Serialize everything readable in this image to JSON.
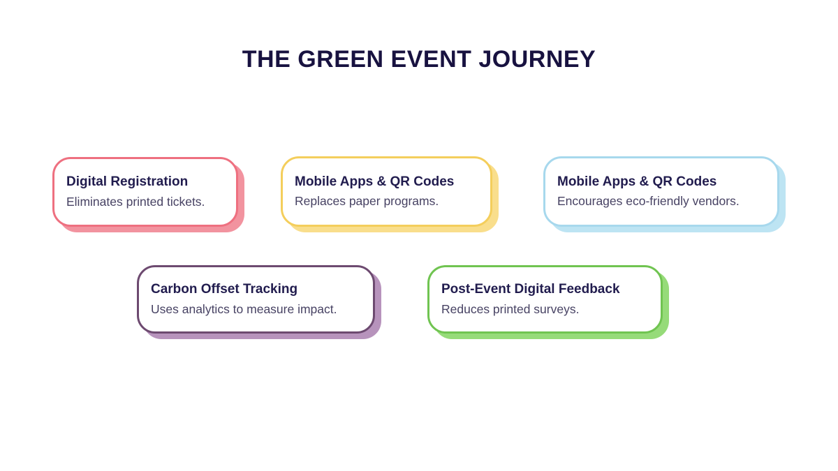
{
  "page": {
    "title": "THE GREEN EVENT JOURNEY",
    "background_color": "#ffffff",
    "title_color": "#181240"
  },
  "text_colors": {
    "card_title": "#211C4E",
    "card_description": "#474263"
  },
  "cards": [
    {
      "title": "Digital Registration",
      "description": "Eliminates printed tickets.",
      "border_color": "#EE7080",
      "shadow_color": "#F2939F"
    },
    {
      "title": "Mobile Apps & QR Codes",
      "description": "Replaces paper programs.",
      "border_color": "#F4CE5C",
      "shadow_color": "#F9DE8C"
    },
    {
      "title": "Mobile Apps & QR Codes",
      "description": "Encourages eco-friendly vendors.",
      "border_color": "#A7D8ED",
      "shadow_color": "#BDE4F3"
    },
    {
      "title": "Carbon Offset Tracking",
      "description": "Uses analytics to measure impact.",
      "border_color": "#6D4A70",
      "shadow_color": "#B793BC"
    },
    {
      "title": "Post-Event Digital Feedback",
      "description": "Reduces printed surveys.",
      "border_color": "#70C451",
      "shadow_color": "#96DB79"
    }
  ]
}
